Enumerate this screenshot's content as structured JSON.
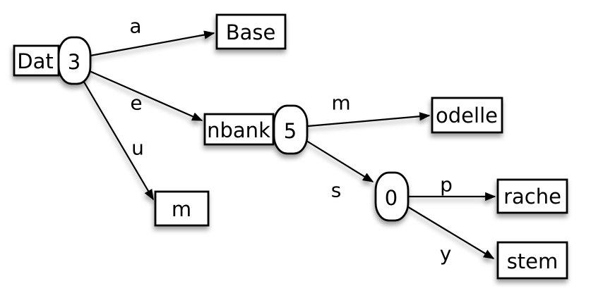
{
  "diagram": {
    "kind": "trie",
    "colors": {
      "background": "#ffffff",
      "node_fill": "#ffffff",
      "stroke": "#000000",
      "shadow": "rgba(0,0,0,0.38)"
    },
    "nodes": [
      {
        "id": "dat",
        "type": "word-box",
        "label": "Dat"
      },
      {
        "id": "state-3",
        "type": "state",
        "label": "3"
      },
      {
        "id": "base",
        "type": "word-box",
        "label": "Base"
      },
      {
        "id": "nbank",
        "type": "word-box",
        "label": "nbank"
      },
      {
        "id": "state-5",
        "type": "state",
        "label": "5"
      },
      {
        "id": "odelle",
        "type": "word-box",
        "label": "odelle"
      },
      {
        "id": "m-box",
        "type": "word-box",
        "label": "m"
      },
      {
        "id": "state-0",
        "type": "state",
        "label": "0"
      },
      {
        "id": "rache",
        "type": "word-box",
        "label": "rache"
      },
      {
        "id": "stem",
        "type": "word-box",
        "label": "stem"
      }
    ],
    "edges": [
      {
        "from": "state-3",
        "to": "base",
        "label": "a"
      },
      {
        "from": "state-3",
        "to": "nbank",
        "label": "e"
      },
      {
        "from": "state-3",
        "to": "m-box",
        "label": "u"
      },
      {
        "from": "state-5",
        "to": "odelle",
        "label": "m"
      },
      {
        "from": "state-5",
        "to": "state-0",
        "label": "s"
      },
      {
        "from": "state-0",
        "to": "rache",
        "label": "p"
      },
      {
        "from": "state-0",
        "to": "stem",
        "label": "y"
      }
    ]
  }
}
